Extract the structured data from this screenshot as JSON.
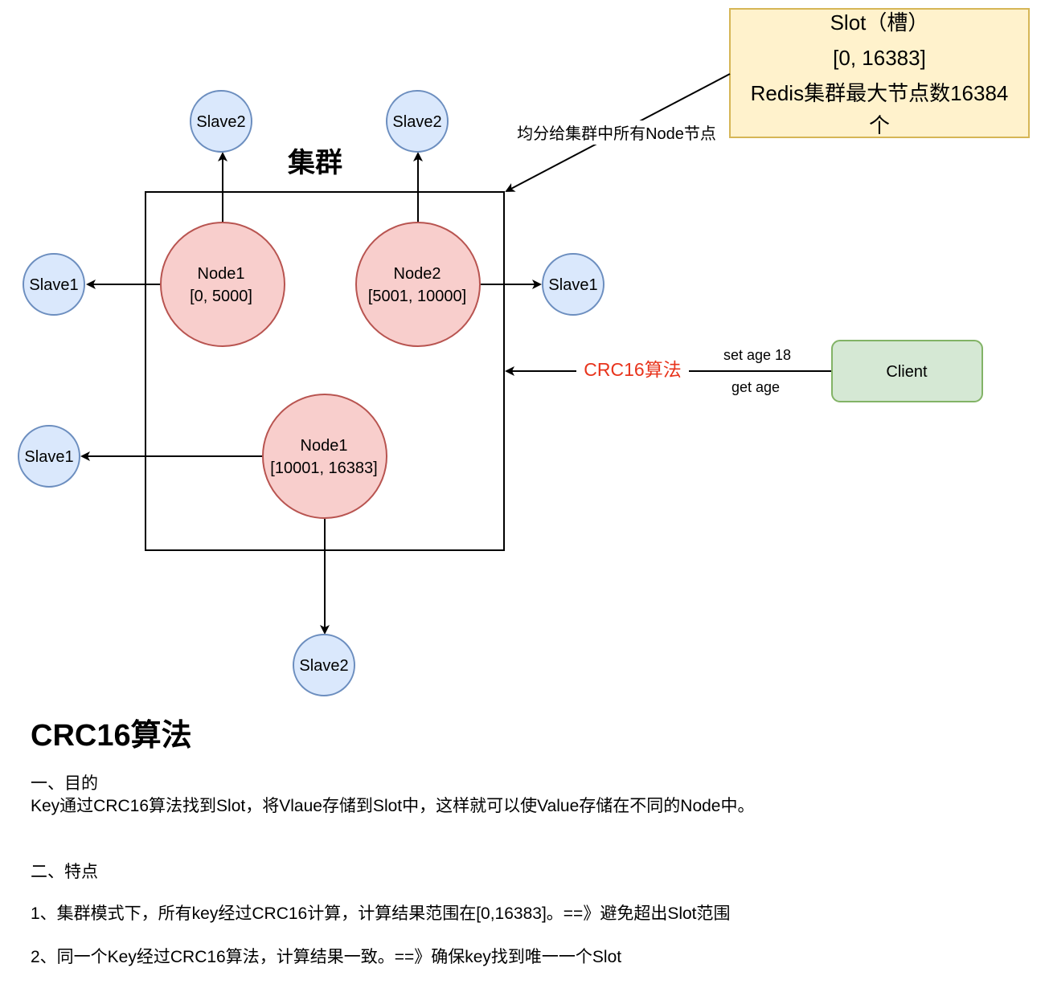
{
  "slot_box": {
    "line1": "Slot（槽）",
    "line2": "[0, 16383]",
    "line3": "Redis集群最大节点数16384",
    "line4": "个"
  },
  "edge_label_distribute": "均分给集群中所有Node节点",
  "cluster_title": "集群",
  "nodes": [
    {
      "name": "Node1",
      "range": "[0, 5000]"
    },
    {
      "name": "Node2",
      "range": "[5001, 10000]"
    },
    {
      "name": "Node1",
      "range": "[10001, 16383]"
    }
  ],
  "slaves": {
    "top_left": "Slave2",
    "top_right": "Slave2",
    "mid_left": "Slave1",
    "mid_right": "Slave1",
    "bottom_left": "Slave1",
    "bottom": "Slave2"
  },
  "client": {
    "label": "Client",
    "cmd_set": "set age 18",
    "cmd_get": "get age",
    "algo_label": "CRC16算法"
  },
  "doc": {
    "title": "CRC16算法",
    "section1_heading": "一、目的",
    "section1_text": "Key通过CRC16算法找到Slot，将Vlaue存储到Slot中，这样就可以使Value存储在不同的Node中。",
    "section2_heading": "二、特点",
    "point1": "1、集群模式下，所有key经过CRC16计算，计算结果范围在[0,16383]。==》避免超出Slot范围",
    "point2": "2、同一个Key经过CRC16算法，计算结果一致。==》确保key找到唯一一个Slot"
  },
  "colors": {
    "node_fill": "#f8cecc",
    "node_stroke": "#b85450",
    "slave_fill": "#dae8fc",
    "slave_stroke": "#6c8ebf",
    "slot_fill": "#fff2cc",
    "slot_stroke": "#d6b656",
    "client_fill": "#d5e8d4",
    "client_stroke": "#82b366",
    "algo_text": "#e8341c"
  }
}
